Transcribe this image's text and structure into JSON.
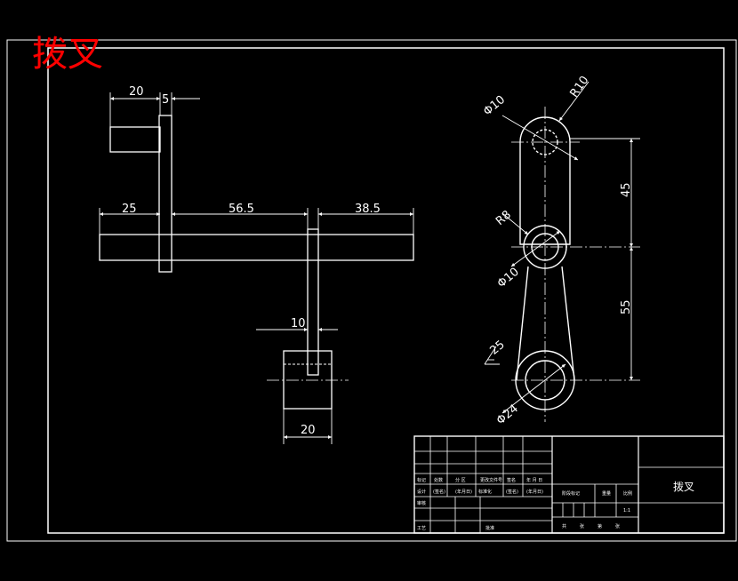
{
  "title": "拨叉",
  "colors": {
    "background": "#000000",
    "lines": "#ffffff",
    "title": "#ff0000"
  },
  "front_view": {
    "dims": {
      "d20_top": "20",
      "d5": "5",
      "d25": "25",
      "d56_5": "56.5",
      "d38_5": "38.5",
      "d10": "10",
      "d20_bottom": "20"
    }
  },
  "side_view": {
    "dims": {
      "phi10_top": "Φ10",
      "r10": "R10",
      "d45": "45",
      "r8": "R8",
      "phi10_mid": "Φ10",
      "d55": "55",
      "phi24": "Φ24",
      "roughness": "25"
    }
  },
  "title_block": {
    "part_name": "拨叉",
    "scale": "1:1",
    "rows": {
      "r1": [
        "标记",
        "处数",
        "分 区",
        "更改文件号",
        "签名",
        "年 月 日"
      ],
      "r2": [
        "设计",
        "(签名)",
        "(年月日)",
        "标准化",
        "(签名)",
        "(年月日)"
      ],
      "r3": [
        "审核"
      ],
      "r4": [
        "工艺",
        "批准"
      ]
    },
    "stage_labels": [
      "阶段标记",
      "重量",
      "比例"
    ],
    "sheet_labels": [
      "共",
      "张",
      "第",
      "张"
    ]
  }
}
